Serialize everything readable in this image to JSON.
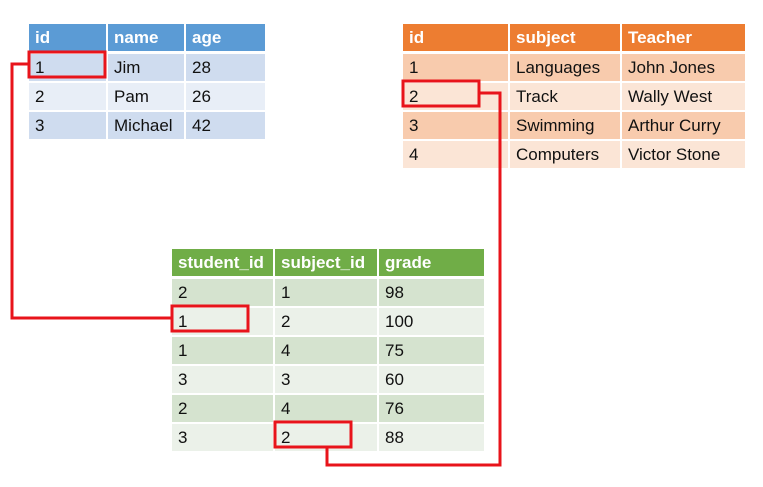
{
  "students": {
    "columns": [
      "id",
      "name",
      "age"
    ],
    "rows": [
      [
        "1",
        "Jim",
        "28"
      ],
      [
        "2",
        "Pam",
        "26"
      ],
      [
        "3",
        "Michael",
        "42"
      ]
    ]
  },
  "subjects": {
    "columns": [
      "id",
      "subject",
      "Teacher"
    ],
    "rows": [
      [
        "1",
        "Languages",
        "John Jones"
      ],
      [
        "2",
        "Track",
        "Wally West"
      ],
      [
        "3",
        "Swimming",
        "Arthur Curry"
      ],
      [
        "4",
        "Computers",
        "Victor Stone"
      ]
    ]
  },
  "grades": {
    "columns": [
      "student_id",
      "subject_id",
      "grade"
    ],
    "rows": [
      [
        "2",
        "1",
        "98"
      ],
      [
        "1",
        "2",
        "100"
      ],
      [
        "1",
        "4",
        "75"
      ],
      [
        "3",
        "3",
        "60"
      ],
      [
        "2",
        "4",
        "76"
      ],
      [
        "3",
        "2",
        "88"
      ]
    ]
  },
  "colors": {
    "students_header": "#5b9bd5",
    "subjects_header": "#ed7d31",
    "grades_header": "#70ad47",
    "highlight": "#e8141b"
  }
}
